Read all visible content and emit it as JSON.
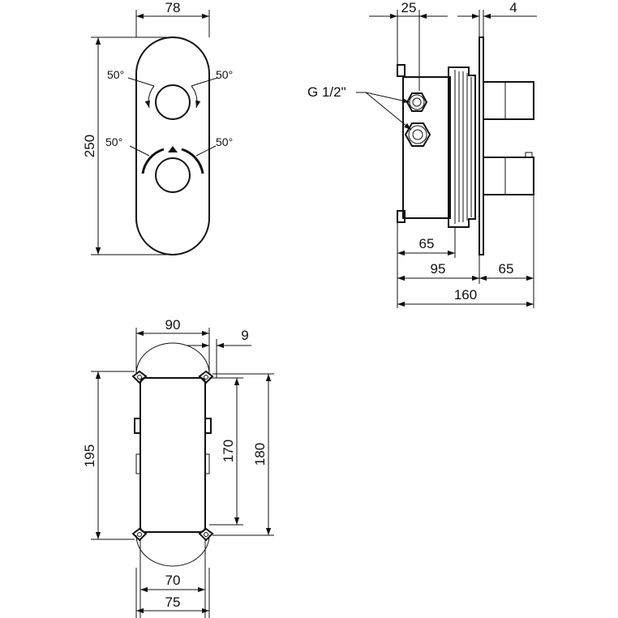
{
  "front_view": {
    "width": "78",
    "height": "250",
    "angle_top_left": "50°",
    "angle_top_right": "50°",
    "angle_bottom_left": "50°",
    "angle_bottom_right": "50°"
  },
  "side_view": {
    "pipe_depth": "25",
    "plate_thickness": "4",
    "thread_label": "G 1/2\"",
    "body_depth": "65",
    "box_depth": "95",
    "handle_depth": "65",
    "overall_depth": "160"
  },
  "box_view": {
    "width": "90",
    "flange": "9",
    "total_height": "195",
    "inner_height": "170",
    "outer_height": "180",
    "inner_width": "70",
    "outer_width": "75"
  }
}
